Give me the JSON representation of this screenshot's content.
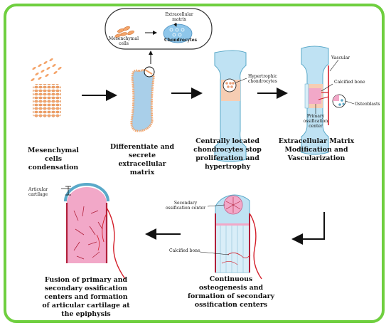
{
  "colors": {
    "frame": "#6fcf3f",
    "cell": "#f4a46a",
    "cell_outline": "#c86a2a",
    "cartilage_blue": "#bfe2f3",
    "cartilage_outline": "#5aa9c9",
    "hypertrophic_peach": "#f6cdb3",
    "bone_pink": "#f2a8c8",
    "vessel_red": "#d31f2a",
    "arrow": "#111111"
  },
  "inset": {
    "mesenchymal_label": "Mesenchymal cells",
    "matrix_label": "Extracellular matrix",
    "chondrocytes_label": "Chondrocytes"
  },
  "stages": [
    {
      "caption": "Mesenchymal cells condensation"
    },
    {
      "caption": "Differentiate and secrete extracellular matrix"
    },
    {
      "caption": "Centrally located chondrocytes stop proliferation and hypertrophy"
    },
    {
      "caption": "Extracellular Matrix Modification  and Vascularization"
    },
    {
      "caption": "Continuous osteogenesis and formation of secondary ossification centers"
    },
    {
      "caption": "Fusion of primary and secondary ossification centers and formation of articular cartilage at the epiphysis"
    }
  ],
  "labels": {
    "hypertrophic": "Hypertrophic chondrocytes",
    "vascular": "Vascular",
    "calcified_bone_1": "Calcified bone",
    "osteoblasts": "Osteoblasts",
    "primary_center": "Primary ossification center",
    "secondary_center": "Secondary ossification center",
    "calcified_bone_2": "Calcified bone",
    "articular_cartilage": "Articular cartilage"
  }
}
